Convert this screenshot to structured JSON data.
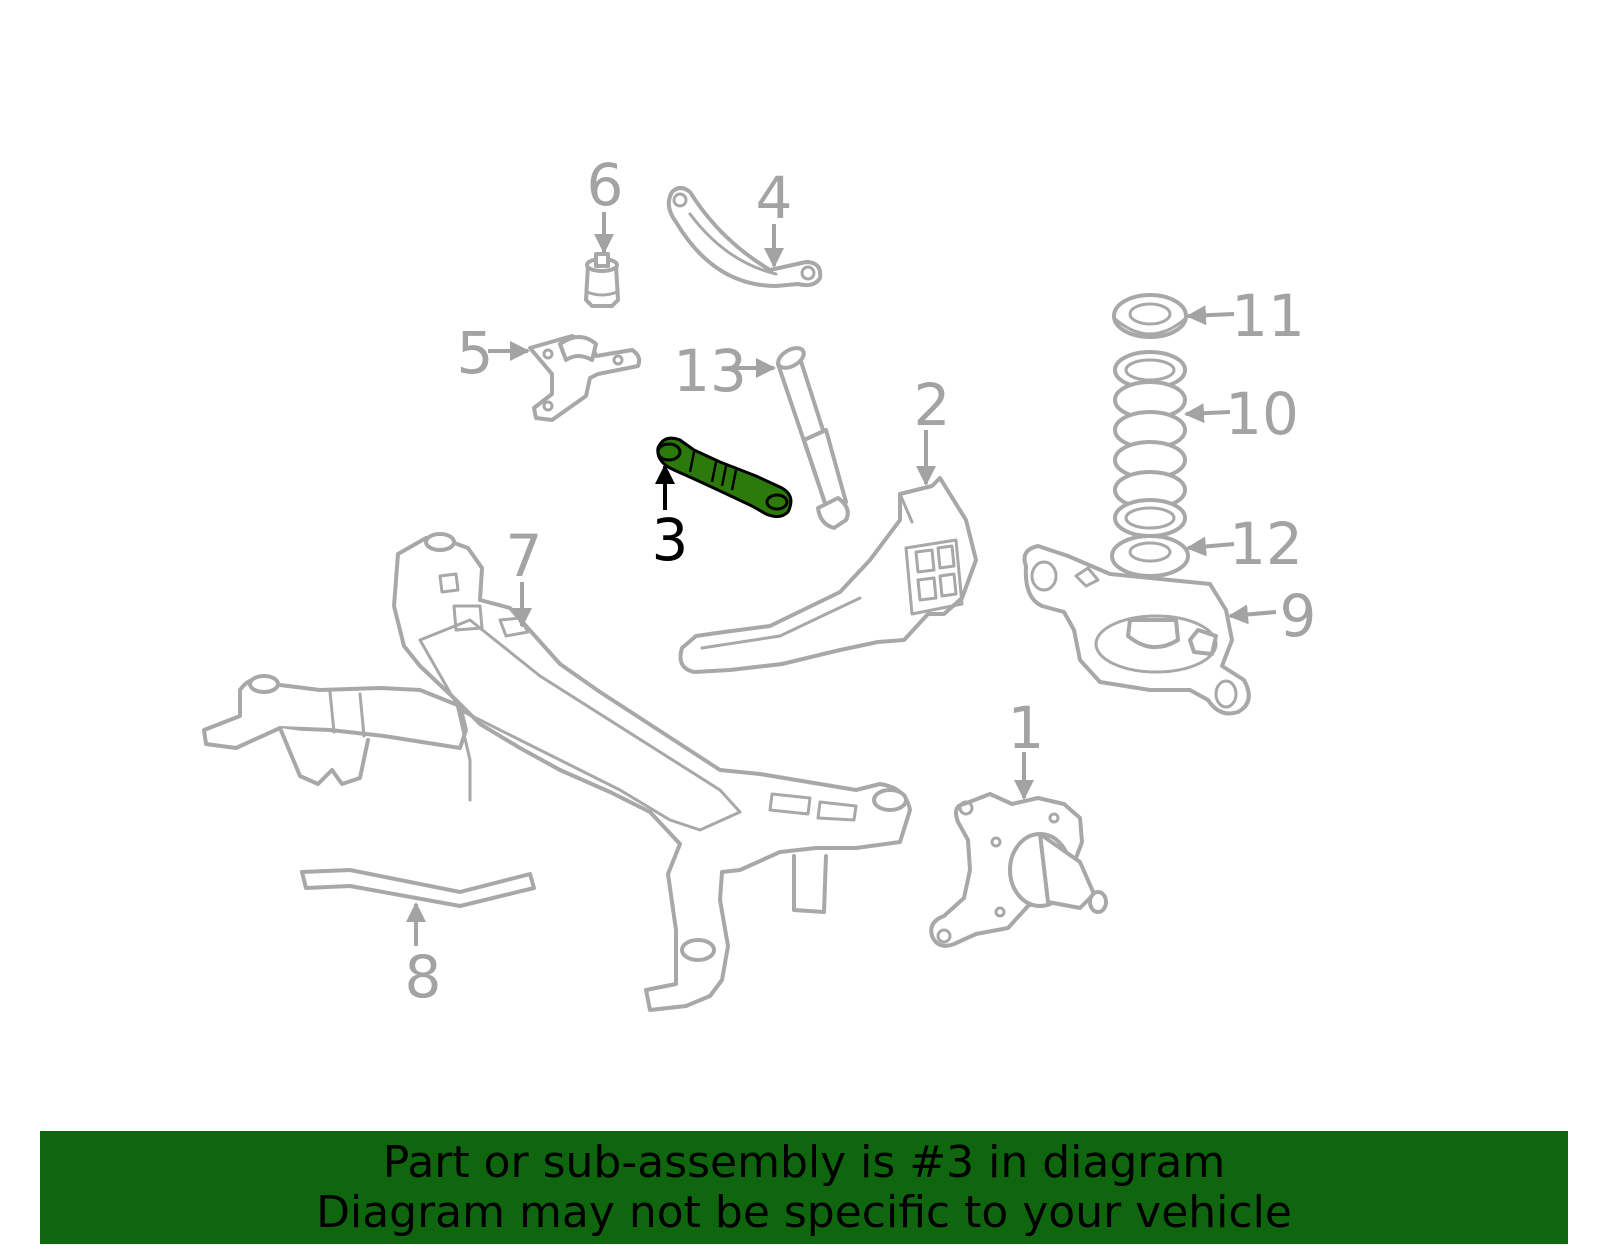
{
  "diagram": {
    "callouts": [
      {
        "id": "1",
        "label": "1",
        "highlighted": false
      },
      {
        "id": "2",
        "label": "2",
        "highlighted": false
      },
      {
        "id": "3",
        "label": "3",
        "highlighted": true
      },
      {
        "id": "4",
        "label": "4",
        "highlighted": false
      },
      {
        "id": "5",
        "label": "5",
        "highlighted": false
      },
      {
        "id": "6",
        "label": "6",
        "highlighted": false
      },
      {
        "id": "7",
        "label": "7",
        "highlighted": false
      },
      {
        "id": "8",
        "label": "8",
        "highlighted": false
      },
      {
        "id": "9",
        "label": "9",
        "highlighted": false
      },
      {
        "id": "10",
        "label": "10",
        "highlighted": false
      },
      {
        "id": "11",
        "label": "11",
        "highlighted": false
      },
      {
        "id": "12",
        "label": "12",
        "highlighted": false
      },
      {
        "id": "13",
        "label": "13",
        "highlighted": false
      }
    ],
    "colors": {
      "outline": "#a8a8a8",
      "highlight_fill": "#2b7a0b",
      "highlight_outline": "#000000",
      "banner_background": "#0f660e",
      "banner_text": "#000000"
    }
  },
  "banner": {
    "line1": "Part or sub-assembly is #3 in diagram",
    "line2": "Diagram may not be specific to your vehicle"
  }
}
